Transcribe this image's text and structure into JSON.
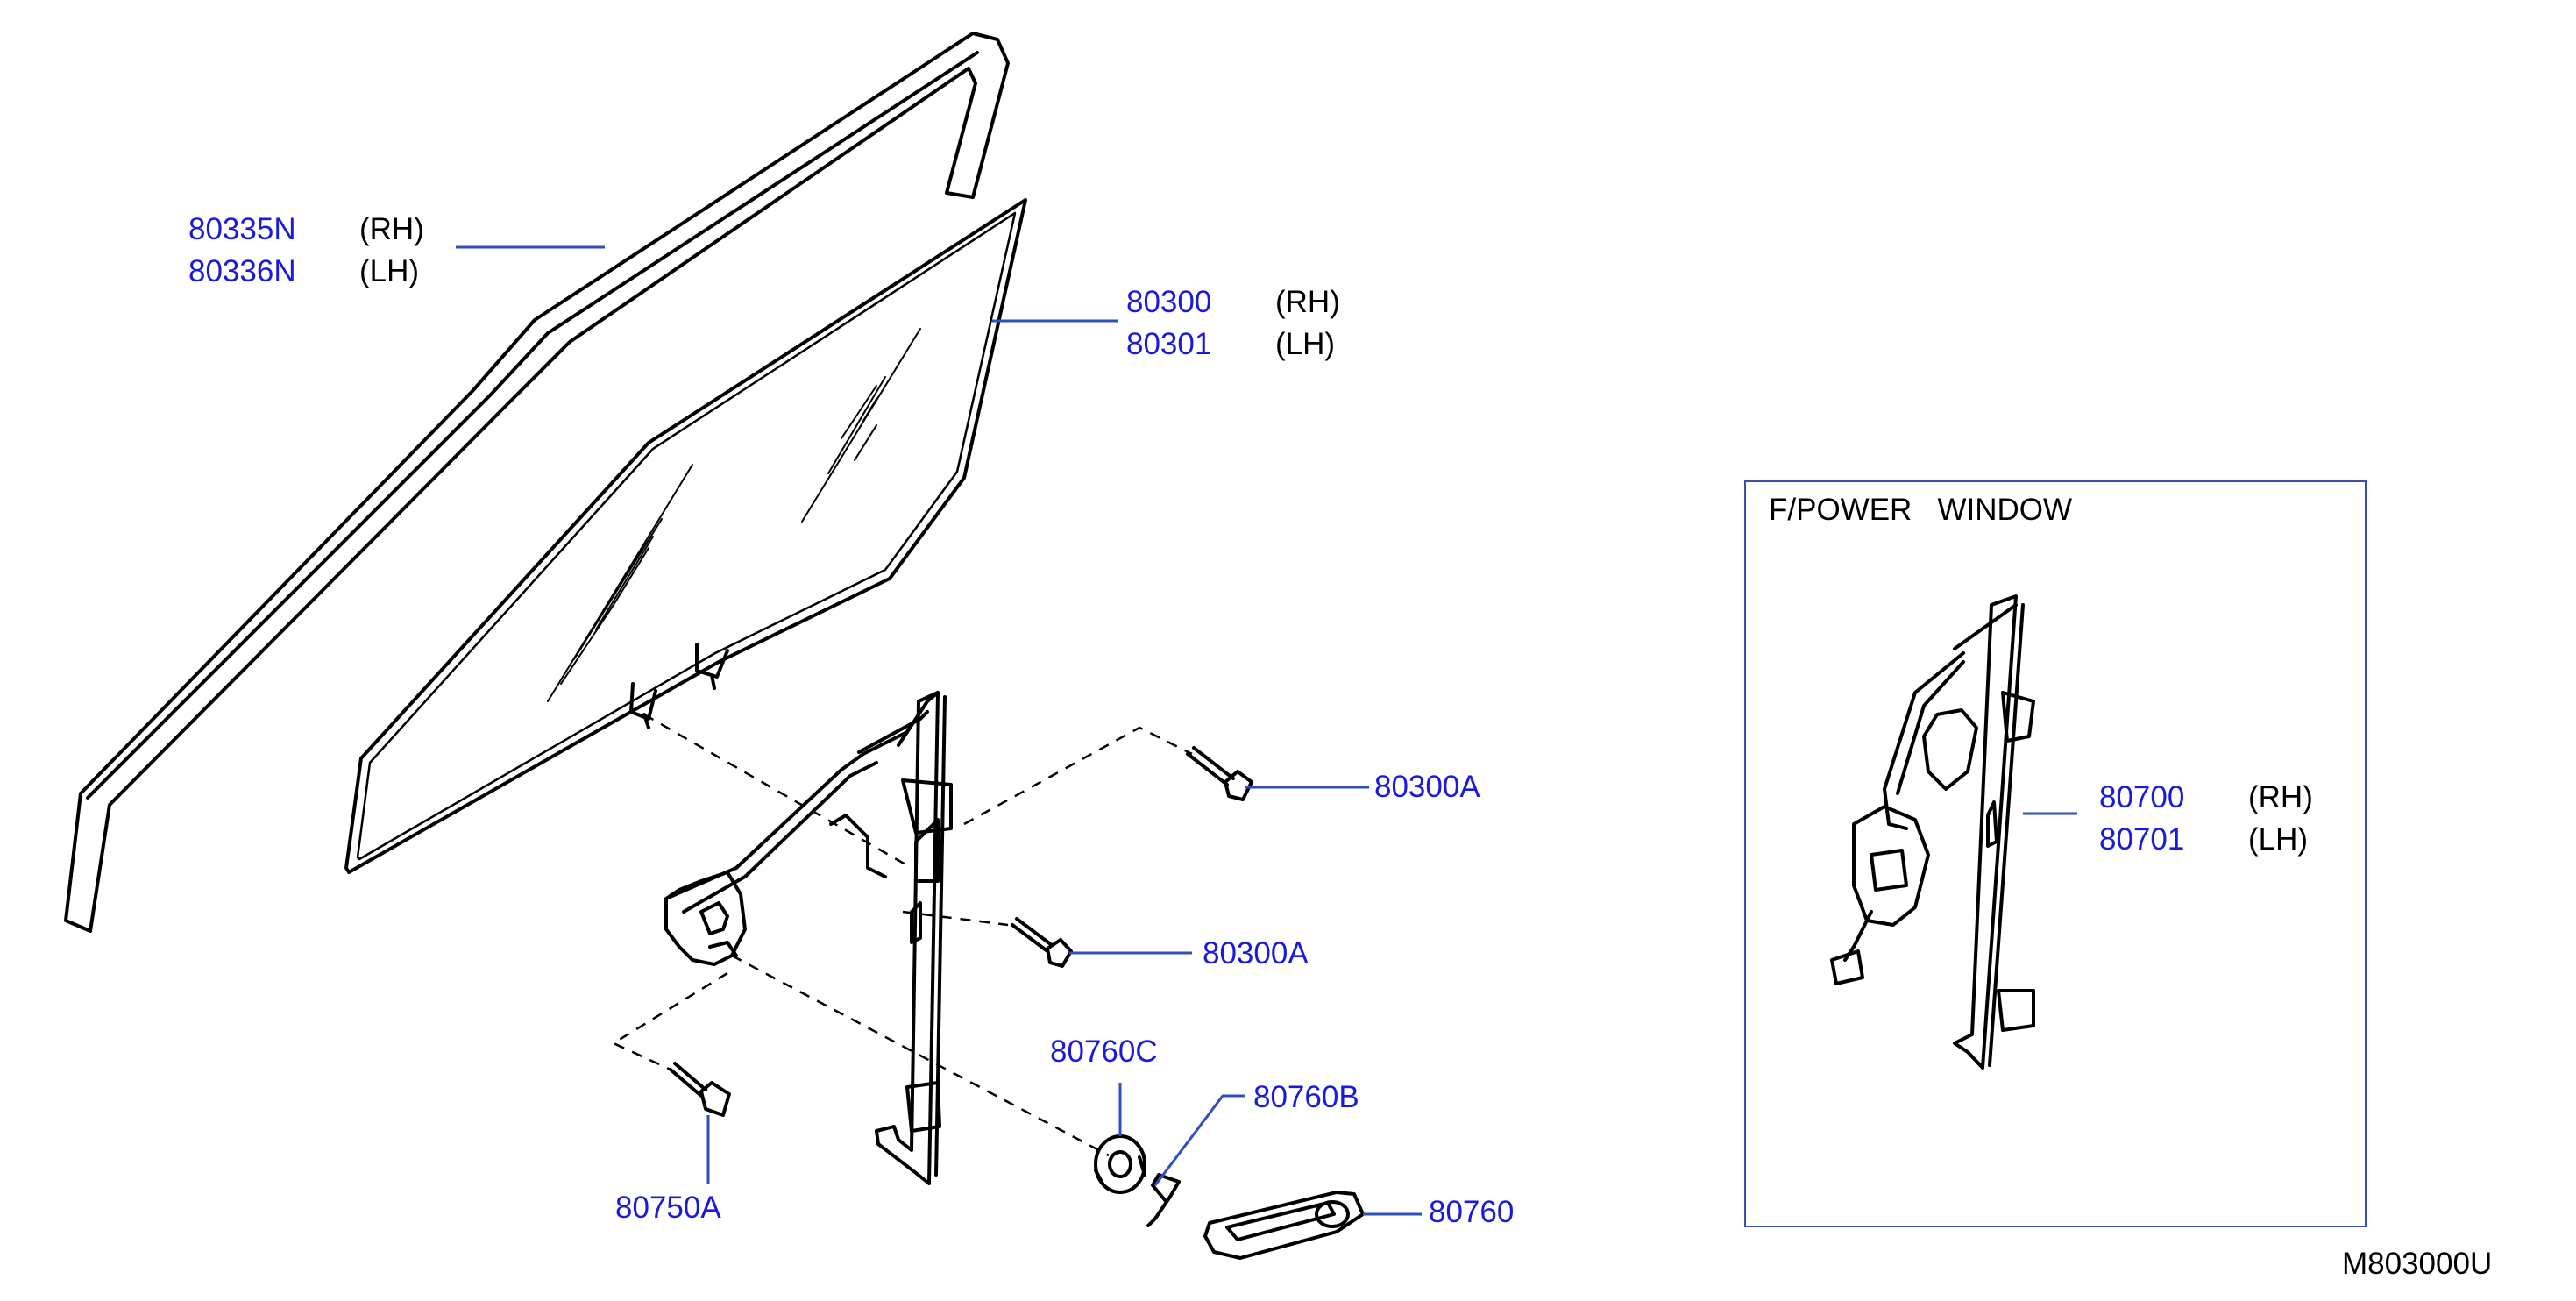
{
  "parts": {
    "moulding": {
      "rh": "80335N",
      "lh": "80336N",
      "rh_tag": "(RH)",
      "lh_tag": "(LH)"
    },
    "glass": {
      "rh": "80300",
      "lh": "80301",
      "rh_tag": "(RH)",
      "lh_tag": "(LH)"
    },
    "bolt_upper": "80300A",
    "bolt_lower": "80300A",
    "bolt_regulator": "80750A",
    "washer": "80760C",
    "clip": "80760B",
    "handle": "80760",
    "power_regulator": {
      "rh": "80700",
      "lh": "80701",
      "rh_tag": "(RH)",
      "lh_tag": "(LH)"
    }
  },
  "inset_title": "F/POWER   WINDOW",
  "diagram_code": "M803000U",
  "colors": {
    "part_number": "#1a1adb",
    "line": "#000000",
    "leader": "#2e4fbf",
    "frame": "#3b4fae"
  }
}
